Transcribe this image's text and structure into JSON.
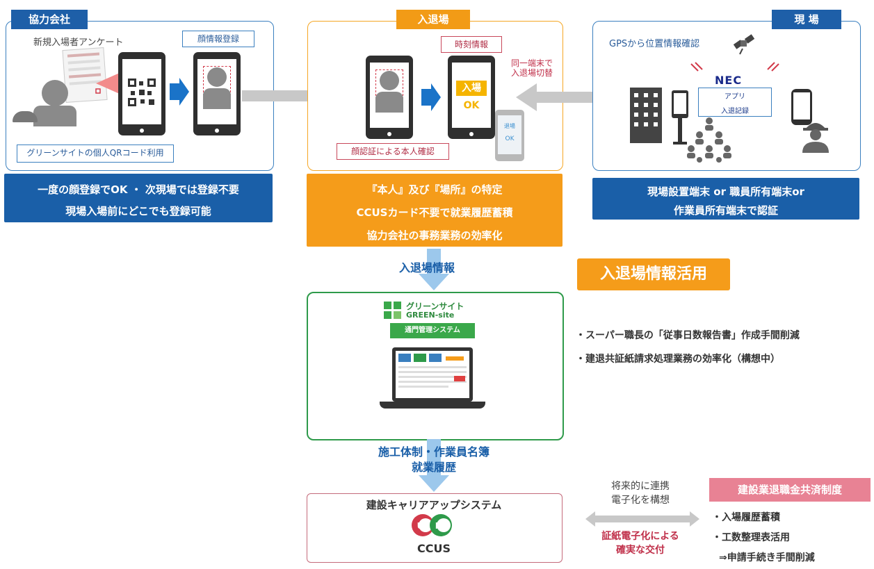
{
  "left_panel": {
    "tag": "協力会社",
    "survey_label": "新規入場者アンケート",
    "face_register_label": "顔情報登録",
    "qr_usage_label": "グリーンサイトの個人QRコード利用",
    "summary_line1": "一度の顔登録でOK ・ 次現場では登録不要",
    "summary_line2": "現場入場前にどこでも登録可能"
  },
  "center_panel": {
    "tag": "入退場",
    "time_info_label": "時刻情報",
    "switch_note": "同一端末で\n入退場切替",
    "screen_enter": "入場",
    "screen_ok": "OK",
    "small_phone_text": "退場",
    "small_phone_ok": "OK",
    "face_auth_label": "顔認証による本人確認",
    "summary_line1": "『本人』及び『場所』の特定",
    "summary_line2": "CCUSカード不要で就業履歴蓄積",
    "summary_line3": "協力会社の事務業務の効率化"
  },
  "right_panel": {
    "tag": "現 場",
    "gps_label": "GPSから位置情報確認",
    "nec_logo": "NEC",
    "app_label": "アプリ",
    "record_label": "入退記録",
    "summary_line1": "現場設置端末 or 職員所有端末or",
    "summary_line2": "作業員所有端末で認証"
  },
  "flow": {
    "entry_info_label": "入退場情報",
    "greensite_name": "グリーンサイト",
    "greensite_en": "GREEN-site",
    "gate_system": "通門管理システム",
    "construction_label_line1": "施工体制・作業員名簿",
    "construction_label_line2": "就業履歴",
    "ccus_title": "建設キャリアアップシステム",
    "ccus_logo": "CCUS"
  },
  "usage": {
    "heading": "入退場情報活用",
    "bullet1": "・スーパー職長の「従事日数報告書」作成手間削減",
    "bullet2": "・建退共証紙請求処理業務の効率化（構想中）"
  },
  "future": {
    "note_line1": "将来的に連携",
    "note_line2": "電子化を構想",
    "result_line1": "証紙電子化による",
    "result_line2": "確実な交付"
  },
  "retirement": {
    "title": "建設業退職金共済制度",
    "item1": "・入場履歴蓄積",
    "item2": "・工数整理表活用",
    "item3": "⇒申請手続き手間削減"
  },
  "colors": {
    "blue": "#1a5fa8",
    "orange": "#f59c1a",
    "green": "#2e9a4a",
    "pink": "#e88294",
    "red_text": "#c0304a"
  }
}
